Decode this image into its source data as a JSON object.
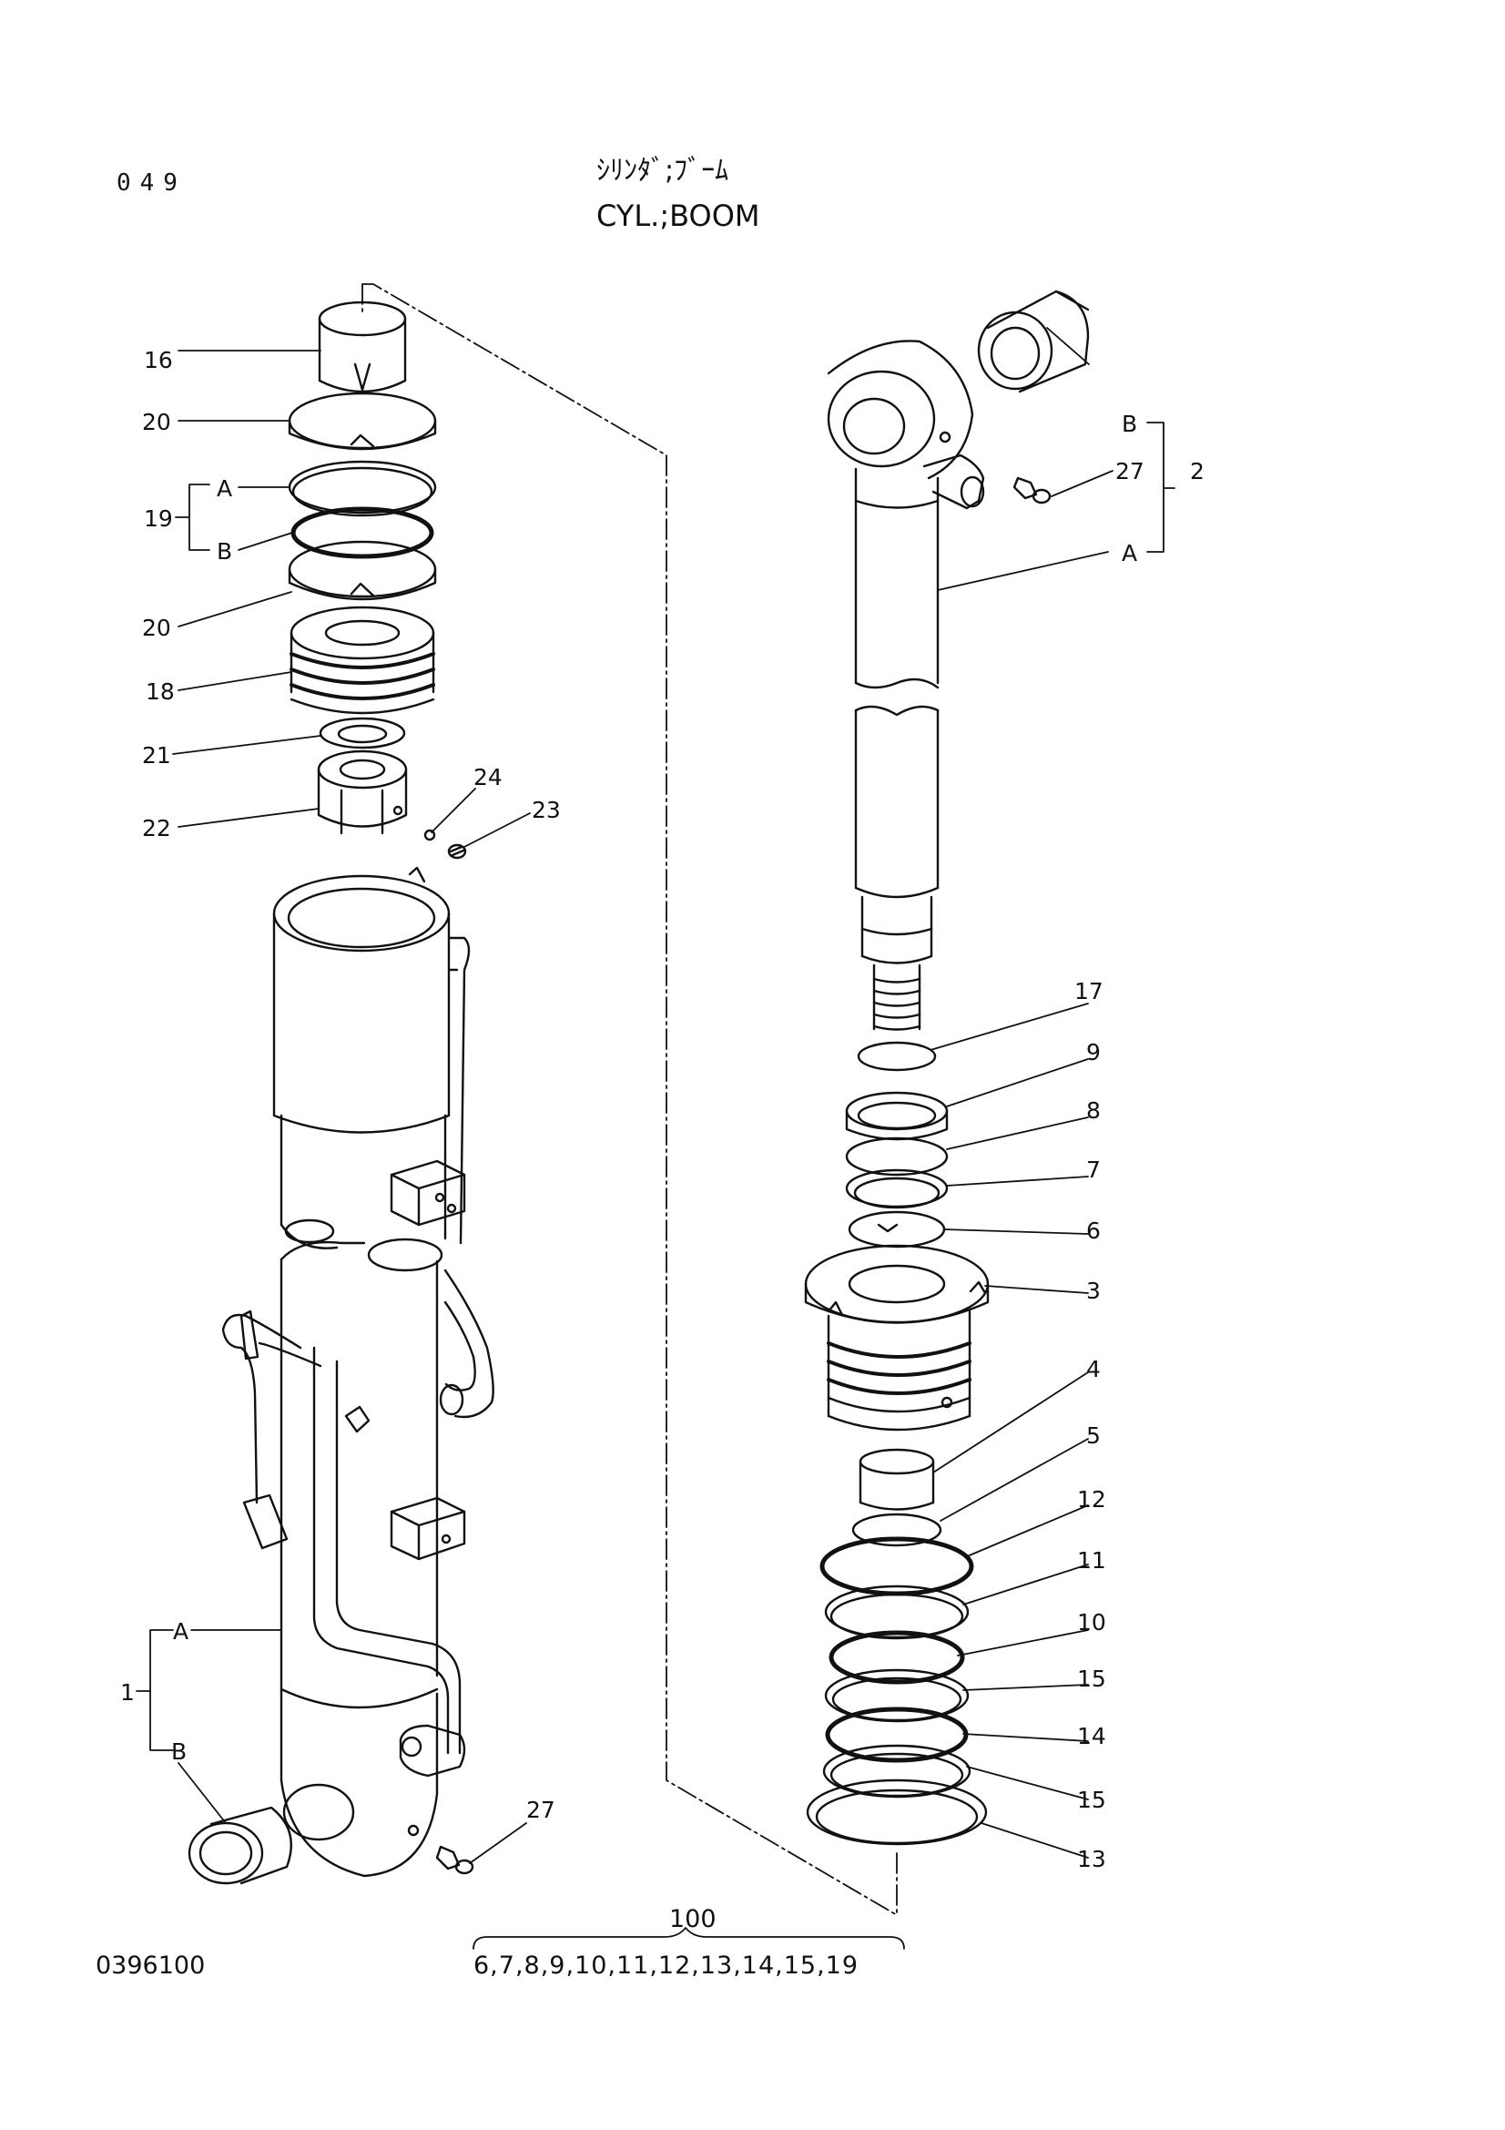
{
  "header": {
    "page_code": "049",
    "title_jp": "ｼﾘﾝﾀﾞ;ﾌﾞｰﾑ",
    "title_en": "CYL.;BOOM"
  },
  "footer": {
    "drawing_number": "0396100",
    "kit_number": "100",
    "kit_contents": "6,7,8,9,10,11,12,13,14,15,19"
  },
  "callouts": {
    "left": [
      "16",
      "20",
      "A",
      "19",
      "B",
      "20",
      "18",
      "21",
      "22",
      "24",
      "23",
      "A",
      "1",
      "B",
      "27"
    ],
    "right": [
      "B",
      "27",
      "2",
      "A",
      "17",
      "9",
      "8",
      "7",
      "6",
      "3",
      "4",
      "5",
      "12",
      "11",
      "10",
      "15",
      "14",
      "15",
      "13"
    ]
  }
}
